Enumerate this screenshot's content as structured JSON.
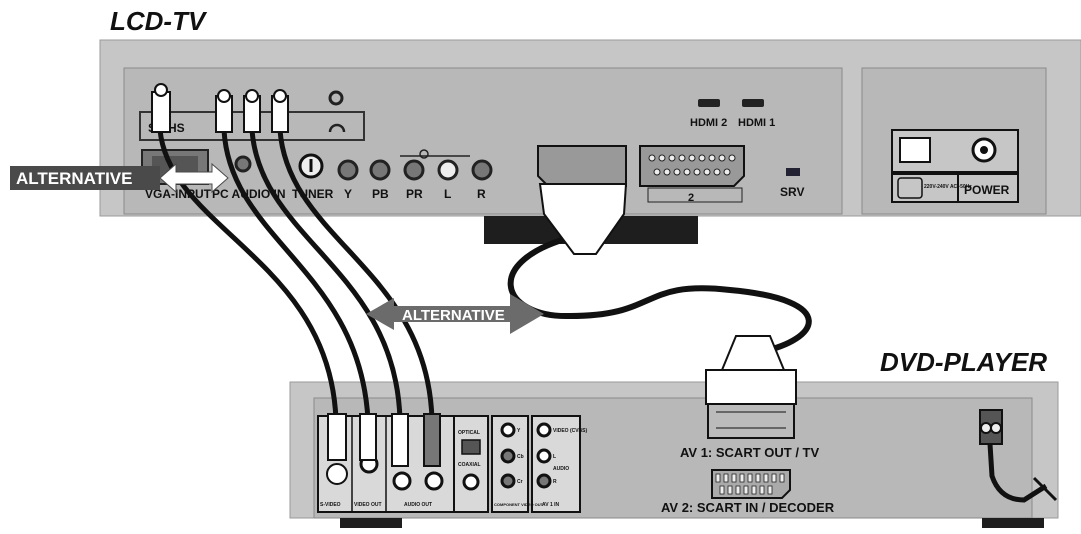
{
  "titles": {
    "tv": "LCD-TV",
    "dvd": "DVD-PLAYER"
  },
  "tv_labels": {
    "s_vhs": "S-VHS",
    "vga": "VGA-INPUT",
    "pc_audio": "PC AUDIO IN",
    "tuner": "TUNER",
    "y": "Y",
    "pb": "PB",
    "pr": "PR",
    "l": "L",
    "r": "R",
    "hdmi2": "HDMI 2",
    "hdmi1": "HDMI 1",
    "scart_2": "2",
    "srv": "SRV",
    "power": "POWER",
    "voltage": "220V-240V AC~50Hz"
  },
  "alternative_labels": [
    "ALTERNATIVE",
    "ALTERNATIVE"
  ],
  "dvd_labels": {
    "s_video": "S-VIDEO",
    "video_out": "VIDEO OUT",
    "audio_out": "AUDIO OUT",
    "optical": "OPTICAL",
    "coaxial": "COAXIAL",
    "y": "Y",
    "cb": "Cb",
    "cr": "Cr",
    "component": "COMPONENT VIDEO OUT",
    "video_cvbs": "VIDEO (CVBS)",
    "l": "L",
    "audio": "AUDIO",
    "r": "R",
    "av1in": "AV 1 IN",
    "av1": "AV 1: SCART OUT / TV",
    "av2": "AV 2: SCART IN / DECODER"
  },
  "colors": {
    "panel": "#c9c9c9",
    "panel_dark": "#a9a9a9",
    "cable": "#111111",
    "arrow": "#6b6b6b",
    "dark_banner": "#4a4a4a"
  }
}
